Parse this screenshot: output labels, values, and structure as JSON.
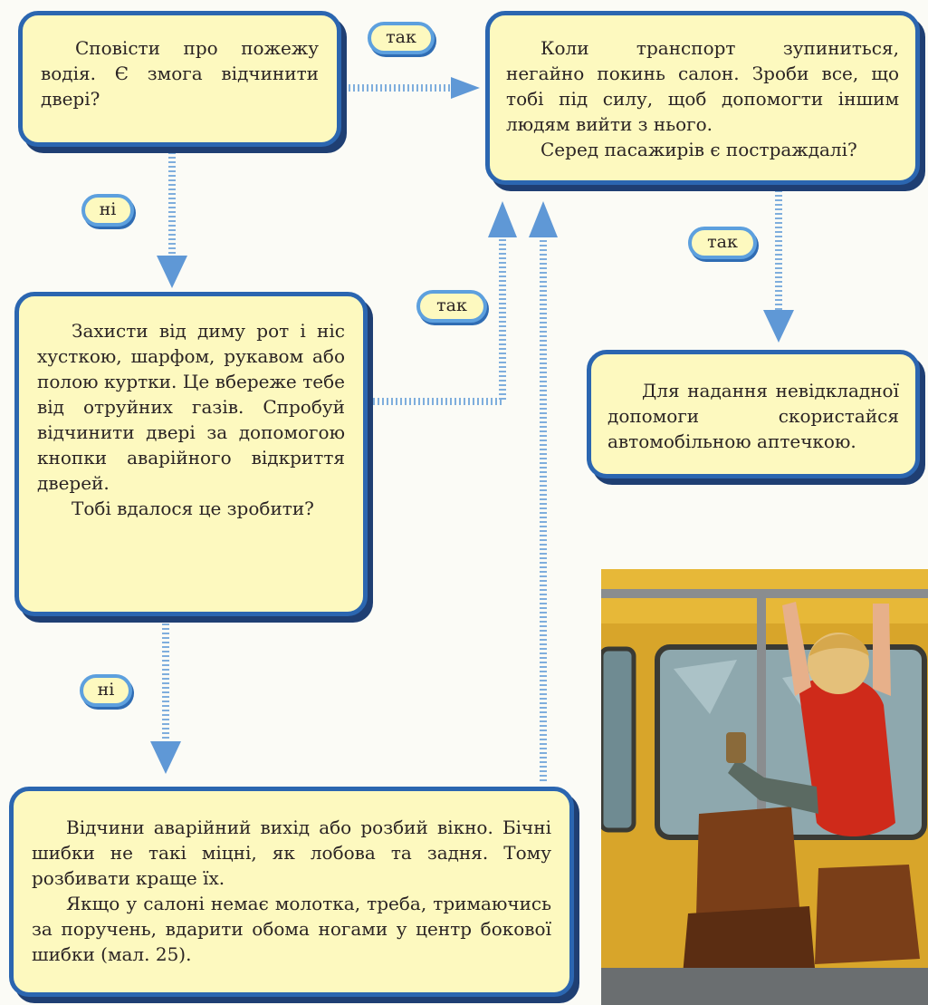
{
  "boxes": {
    "notify_driver": {
      "paragraphs": [
        "Сповісти про пожежу водія. Є змога відчинити двері?"
      ]
    },
    "leave_salon": {
      "paragraphs": [
        "Коли транспорт зупиниться, негайно покинь салон. Зроби все, що тобі під силу, щоб допомогти іншим людям вийти з нього.",
        "Серед пасажирів є постраждалі?"
      ]
    },
    "protect_from_smoke": {
      "paragraphs": [
        "Захисти від диму рот і ніс хусткою, шарфом, рукавом або полою куртки. Це вбереже тебе від отруйних газів. Спробуй відчинити двері за допомогою кнопки аварійного відкриття дверей.",
        "Тобі вдалося це зробити?"
      ]
    },
    "first_aid": {
      "paragraphs": [
        "Для надання невідкладної допомоги скористайся автомобільною аптечкою."
      ]
    },
    "emergency_exit": {
      "paragraphs": [
        "Відчини аварійний вихід або розбий вікно. Бічні шибки не такі міцні, як лобова та задня. Тому розбивати краще їх.",
        "Якщо у салоні немає молотка, треба, тримаючись за поручень, вдарити обома ногами у центр бокової шибки (мал. 25)."
      ]
    }
  },
  "labels": {
    "yes_top": "так",
    "no_first": "ні",
    "yes_mid": "так",
    "yes_right": "так",
    "no_second": "ні"
  },
  "illustration": {
    "icon": "boy-kicking-bus-window-illustration"
  },
  "colors": {
    "box_fill": "#fdf9bf",
    "box_border": "#2b66b0",
    "box_shadow": "#1f3f73",
    "pill_border": "#5da0de",
    "connector": "#7faedd"
  }
}
